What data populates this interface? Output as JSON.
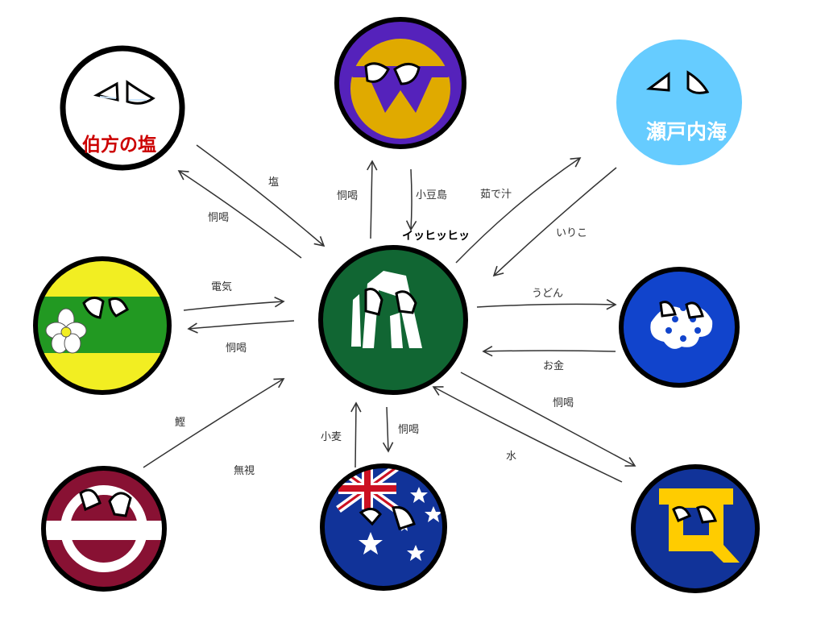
{
  "nodes": {
    "hakata": {
      "text": "伯方の塩",
      "colors": {
        "fill": "#ffffff",
        "text": "#cc0000"
      }
    },
    "top_purple": {
      "colors": {
        "outer": "#5522bb",
        "inner": "#e0aa00"
      }
    },
    "setouchi": {
      "text": "瀬戸内海",
      "colors": {
        "fill": "#66ccff",
        "text": "#ffffff"
      }
    },
    "green_yellow": {
      "colors": {
        "yellow": "#f2ee22",
        "green": "#229922"
      }
    },
    "center": {
      "exclamation": "イッヒッヒッ",
      "colors": {
        "fill": "#116633",
        "mark": "#ffffff"
      }
    },
    "blue_right": {
      "colors": {
        "fill": "#1144cc",
        "mark": "#ffffff",
        "dots": "#1144cc"
      }
    },
    "maroon": {
      "colors": {
        "fill": "#881133",
        "mark": "#ffffff"
      }
    },
    "australia": {
      "colors": {
        "fill": "#113399",
        "union": "#cc1122",
        "stars": "#ffffff"
      }
    },
    "q_ball": {
      "colors": {
        "fill": "#113399",
        "mark": "#ffcc00"
      }
    }
  },
  "edges": {
    "hakata_to_center": "塩",
    "center_to_hakata": "恫喝",
    "center_to_top": "恫喝",
    "top_to_center": "小豆島",
    "center_to_setouchi": "茹で汁",
    "setouchi_to_center": "いりこ",
    "green_to_center": "電気",
    "center_to_green": "恫喝",
    "center_to_blue": "うどん",
    "blue_to_center": "お金",
    "maroon_to_center": "鰹",
    "maroon_ignore": "無視",
    "australia_to_center": "小麦",
    "center_to_australia": "恫喝",
    "center_to_q": "恫喝",
    "q_to_center": "水"
  }
}
